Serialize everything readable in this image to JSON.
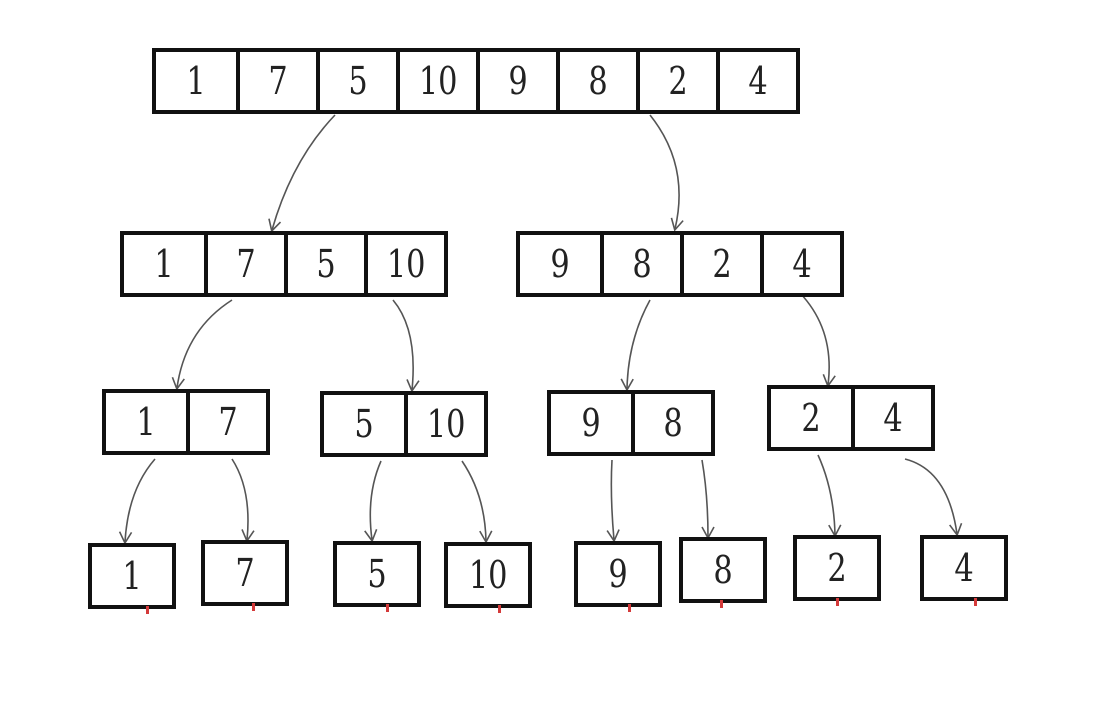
{
  "levels": [
    {
      "arrays": [
        [
          "1",
          "7",
          "5",
          "10",
          "9",
          "8",
          "2",
          "4"
        ]
      ]
    },
    {
      "arrays": [
        [
          "1",
          "7",
          "5",
          "10"
        ],
        [
          "9",
          "8",
          "2",
          "4"
        ]
      ]
    },
    {
      "arrays": [
        [
          "1",
          "7"
        ],
        [
          "5",
          "10"
        ],
        [
          "9",
          "8"
        ],
        [
          "2",
          "4"
        ]
      ]
    },
    {
      "arrays": [
        [
          "1"
        ],
        [
          "7"
        ],
        [
          "5"
        ],
        [
          "10"
        ],
        [
          "9"
        ],
        [
          "8"
        ],
        [
          "2"
        ],
        [
          "4"
        ]
      ]
    }
  ],
  "colors": {
    "stroke": "#111111",
    "text": "#222222",
    "arrow": "#555555",
    "mark": "#d43a3a"
  }
}
